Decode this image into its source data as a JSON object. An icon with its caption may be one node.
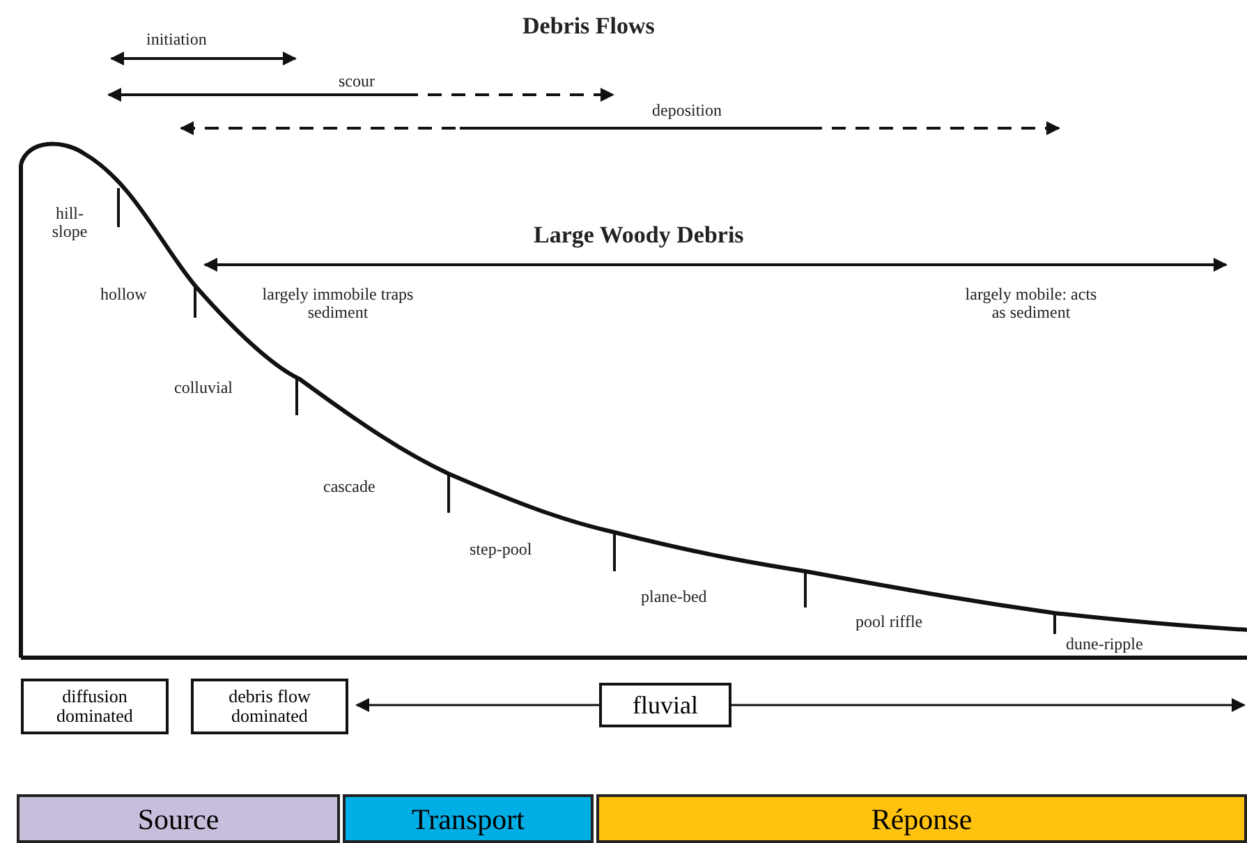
{
  "diagram": {
    "nodes": [
      {
        "text": [
          "diffusion dominated"
        ]
      },
      {
        "text": [
          "debris flow dominated"
        ]
      },
      {
        "text": [
          "fluvial"
        ]
      },
      {
        "text": [
          "Source"
        ]
      },
      {
        "text": [
          "Transport"
        ]
      },
      {
        "text": [
          "Réponse"
        ]
      }
    ],
    "edges": [
      {
        "from": 2,
        "to": 1,
        "arrow": "to"
      },
      {
        "from": 2,
        "to": null,
        "arrow": "to"
      }
    ],
    "labels": [
      "Debris Flows",
      "initiation",
      "scour",
      "deposition",
      "Large Woody Debris",
      "hill-slope",
      "hollow",
      "largely immobile traps sediment",
      "largely mobile: acts as sediment",
      "colluvial",
      "cascade",
      "step-pool",
      "plane-bed",
      "pool riffle",
      "dune-ripple"
    ]
  }
}
